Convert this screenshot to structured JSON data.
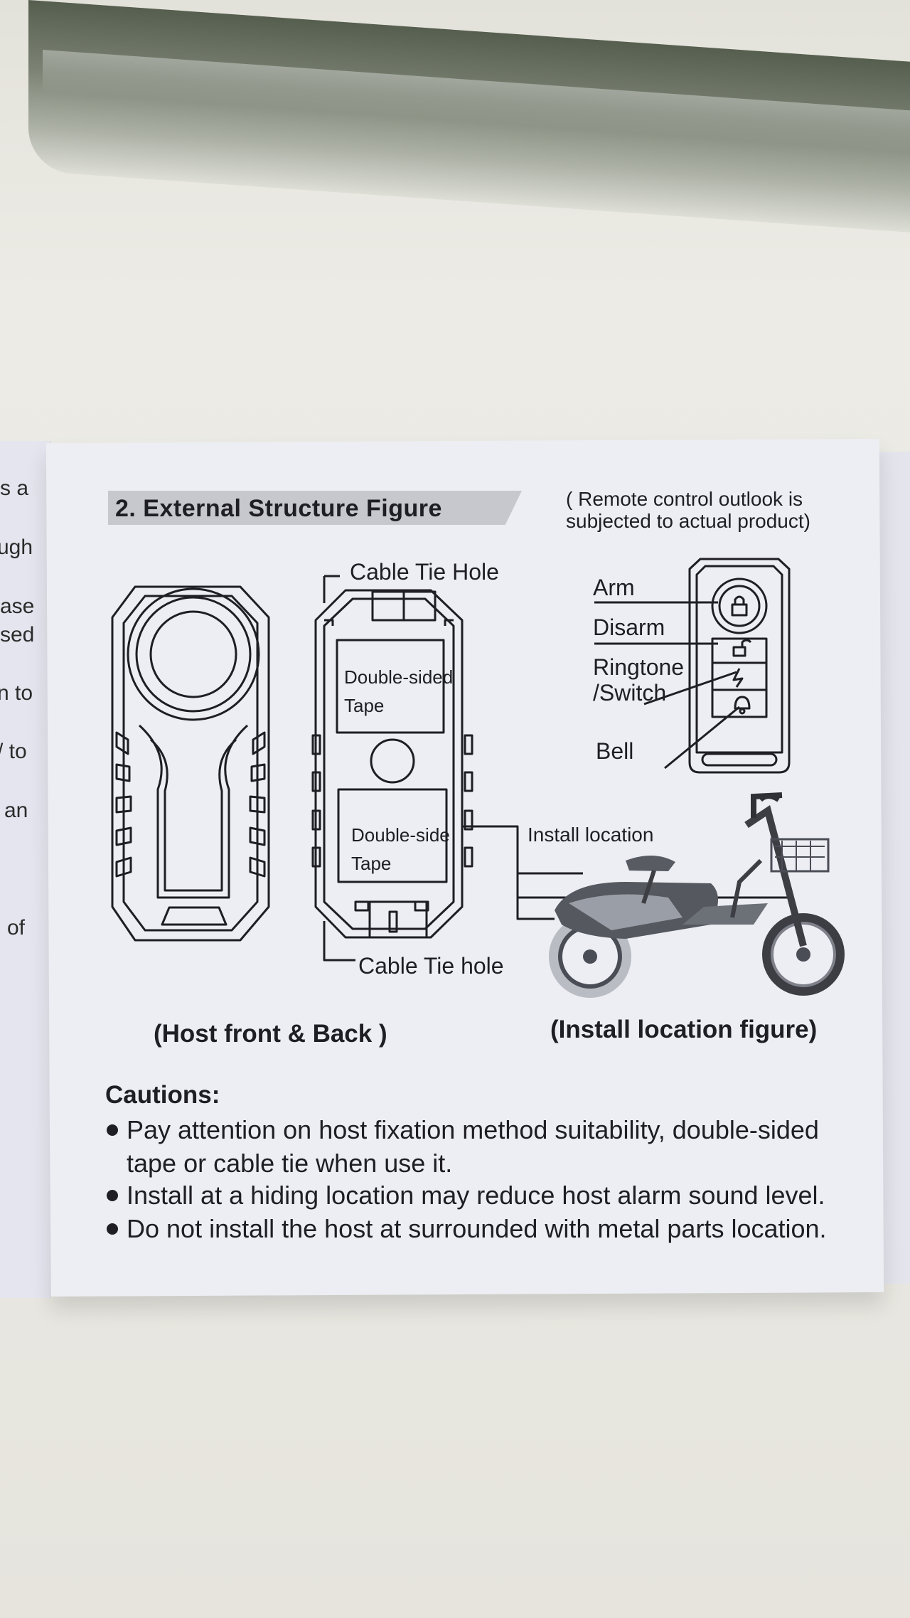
{
  "edge_words": [
    "s a",
    "ugh",
    "ase",
    "sed",
    "n to",
    "/ to",
    "an",
    "of"
  ],
  "section": {
    "title": "2. External Structure Figure",
    "remote_note": "( Remote control outlook is subjected to actual product)"
  },
  "host_labels": {
    "cable_tie_hole_top": "Cable Tie Hole",
    "tape_1_line1": "Double-sided",
    "tape_1_line2": "Tape",
    "tape_2_line1": "Double-side",
    "tape_2_line2": "Tape",
    "cable_tie_hole_bottom": "Cable Tie hole"
  },
  "remote_labels": {
    "arm": "Arm",
    "disarm": "Disarm",
    "ringtone_line1": "Ringtone",
    "ringtone_line2": "/Switch",
    "bell": "Bell"
  },
  "install_label": "Install location",
  "captions": {
    "host": "(Host front & Back )",
    "install": "(Install location figure)"
  },
  "cautions": {
    "title": "Cautions:",
    "items": [
      "Pay attention on host fixation method suitability, double-sided tape or cable tie when use it.",
      "Install at a hiding location may reduce host alarm sound level.",
      "Do not install the host at surrounded with metal parts location."
    ]
  },
  "icons": [
    "lock-icon",
    "unlock-icon",
    "lightning-icon",
    "bell-icon"
  ],
  "colors": {
    "paper": "#eceef3",
    "ink": "#1e1e24",
    "title_bar": "#c7c8cd",
    "background": "#e9e9e3"
  }
}
